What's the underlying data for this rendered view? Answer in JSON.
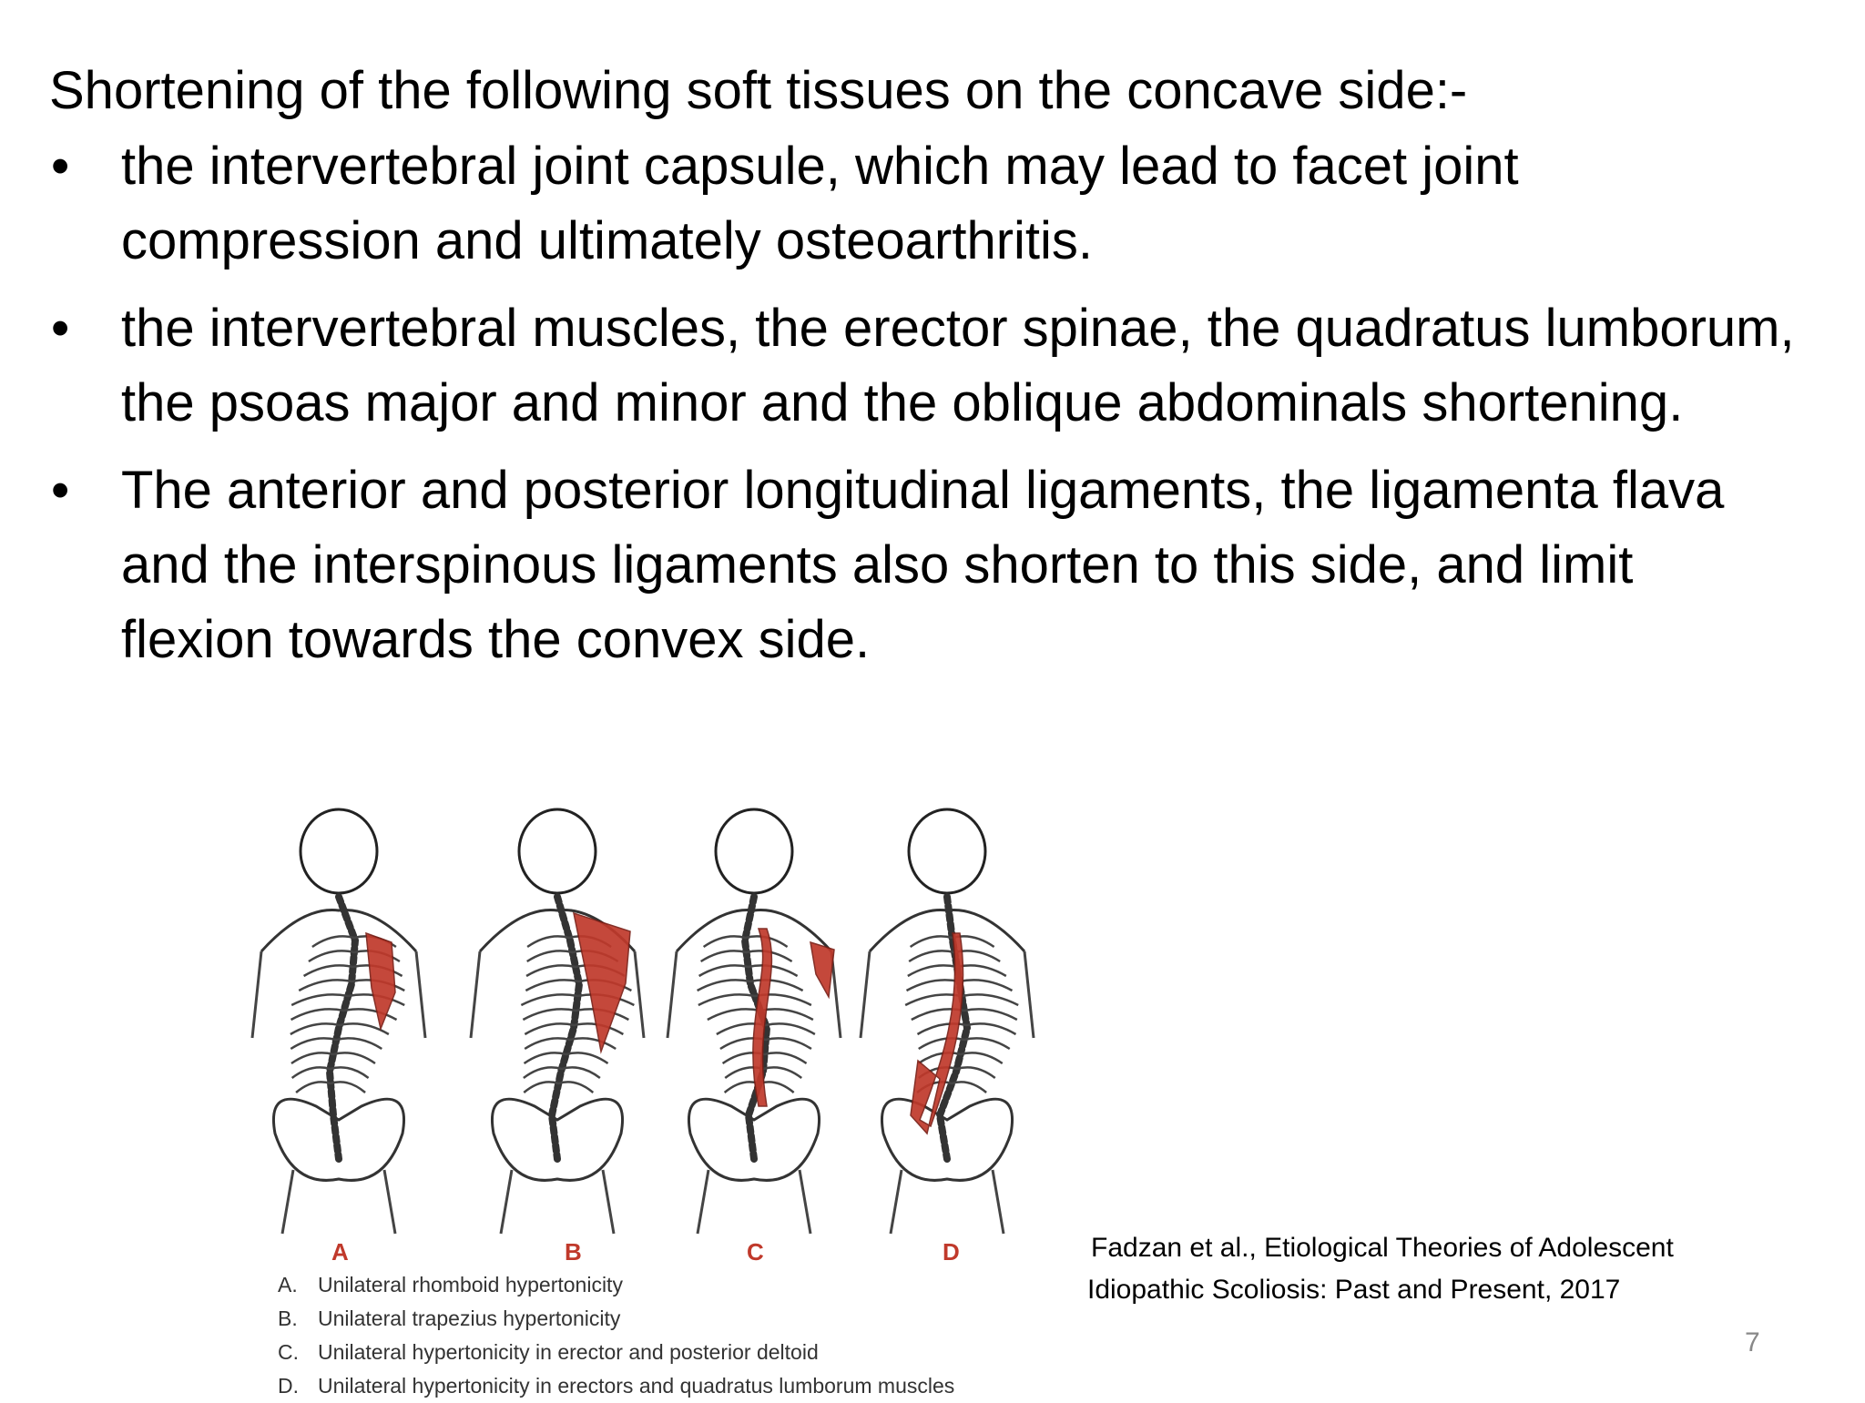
{
  "slide": {
    "intro": "Shortening of the following soft tissues on the concave side:-",
    "bullet_symbol": "•",
    "bullets": [
      "the intervertebral joint capsule, which may lead to facet joint compression and ultimately osteoarthritis.",
      "the intervertebral muscles, the erector spinae, the quadratus lumborum, the psoas major and minor and the oblique abdominals shortening.",
      "The anterior and posterior longitudinal ligaments, the ligamenta flava and the interspinous ligaments also shorten to this side, and limit flexion towards the convex side."
    ],
    "page_number": "7"
  },
  "figure": {
    "panels": [
      "A",
      "B",
      "C",
      "D"
    ],
    "legend": [
      {
        "key": "A.",
        "text": "Unilateral rhomboid hypertonicity"
      },
      {
        "key": "B.",
        "text": "Unilateral trapezius hypertonicity"
      },
      {
        "key": "C.",
        "text": "Unilateral hypertonicity in erector and posterior deltoid"
      },
      {
        "key": "D.",
        "text": "Unilateral hypertonicity in erectors and quadratus lumborum muscles"
      }
    ],
    "muscle_color": "#c0392b"
  },
  "citation": {
    "line1": "Fadzan et al., Etiological Theories of Adolescent",
    "line2": "Idiopathic Scoliosis: Past and Present, 2017"
  }
}
